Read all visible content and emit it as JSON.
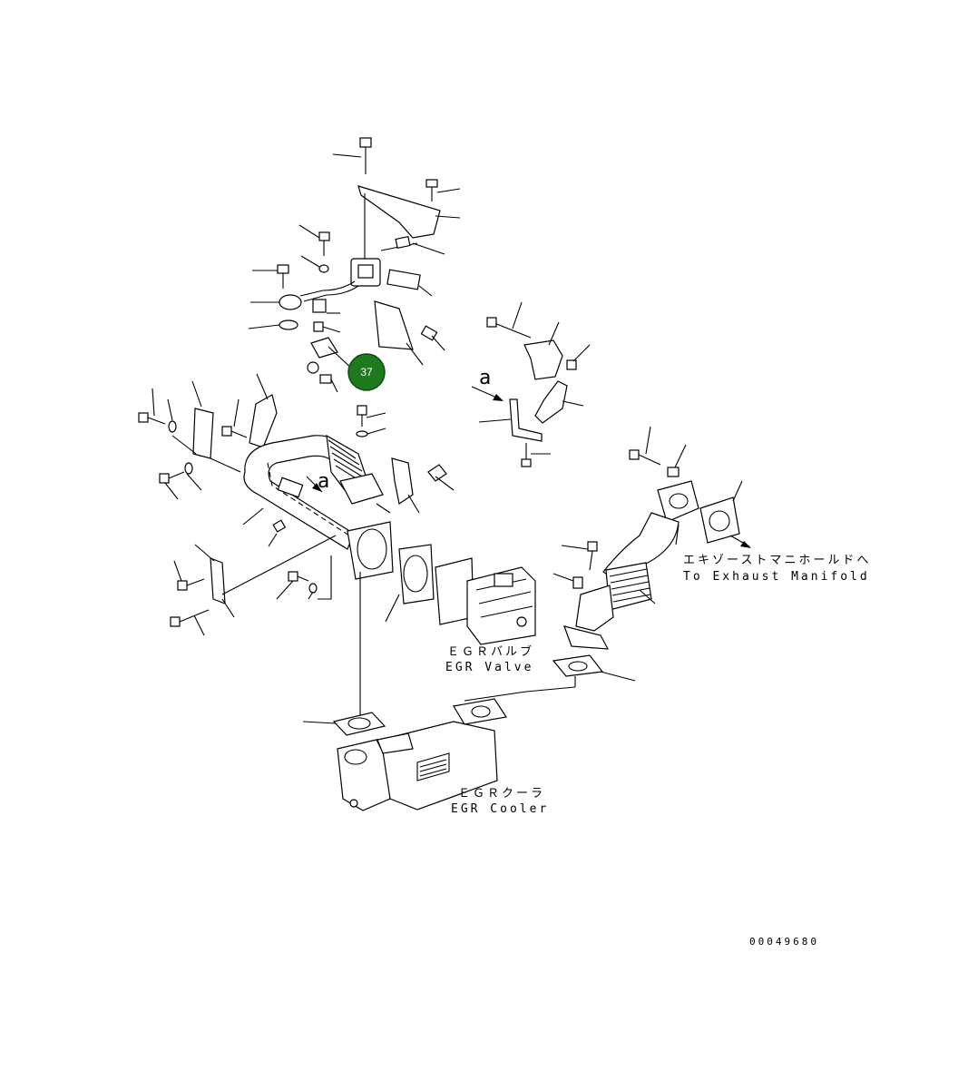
{
  "labels": {
    "egr_valve_jp": "ＥＧＲバルブ",
    "egr_valve_en": "EGR Valve",
    "egr_cooler_jp": "ＥＧＲクーラ",
    "egr_cooler_en": "EGR Cooler",
    "exhaust_jp": "エキゾーストマニホールドへ",
    "exhaust_en": "To Exhaust Manifold",
    "view_a_1": "a",
    "view_a_2": "a",
    "drawing_code": "00049680"
  },
  "callout": {
    "number": "37",
    "color": "#1f7a1f"
  }
}
